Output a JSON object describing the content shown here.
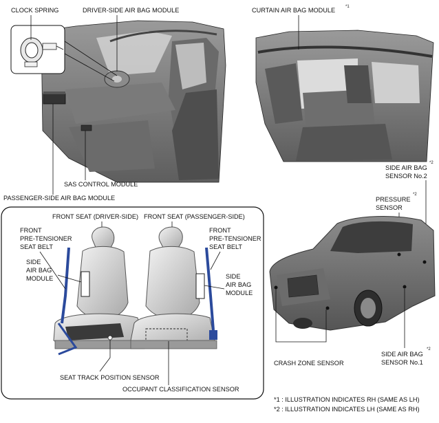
{
  "labels": {
    "clock_spring": "CLOCK SPRING",
    "driver_airbag": "DRIVER-SIDE AIR BAG MODULE",
    "curtain_airbag": "CURTAIN AIR BAG MODULE",
    "curtain_mark": "*1",
    "sas_module": "SAS CONTROL MODULE",
    "passenger_airbag": "PASSENGER-SIDE AIR BAG MODULE",
    "side_sensor_2_line1": "SIDE AIR BAG",
    "side_sensor_2_line2": "SENSOR No.2",
    "side_sensor_2_mark": "*2",
    "pressure_line1": "PRESSURE",
    "pressure_line2": "SENSOR",
    "pressure_mark": "*2",
    "front_seat_driver": "FRONT SEAT (DRIVER-SIDE)",
    "front_seat_passenger": "FRONT SEAT (PASSENGER-SIDE)",
    "pretensioner_left_1": "FRONT",
    "pretensioner_left_2": "PRE-TENSIONER",
    "pretensioner_left_3": "SEAT BELT",
    "pretensioner_right_1": "FRONT",
    "pretensioner_right_2": "PRE-TENSIONER",
    "pretensioner_right_3": "SEAT BELT",
    "side_airbag_left_1": "SIDE",
    "side_airbag_left_2": "AIR BAG",
    "side_airbag_left_3": "MODULE",
    "side_airbag_right_1": "SIDE",
    "side_airbag_right_2": "AIR BAG",
    "side_airbag_right_3": "MODULE",
    "seat_track_sensor": "SEAT TRACK POSITION SENSOR",
    "occupant_sensor": "OCCUPANT CLASSIFICATION SENSOR",
    "crash_zone_sensor": "CRASH ZONE SENSOR",
    "side_sensor_1_line1": "SIDE AIR BAG",
    "side_sensor_1_line2": "SENSOR No.1",
    "side_sensor_1_mark": "*2"
  },
  "notes": [
    "*1 : ILLUSTRATION INDICATES RH (SAME AS LH)",
    "*2 : ILLUSTRATION INDICATES LH (SAME AS RH)"
  ],
  "colors": {
    "belt_blue": "#2b4a9c",
    "ink": "#111111"
  }
}
